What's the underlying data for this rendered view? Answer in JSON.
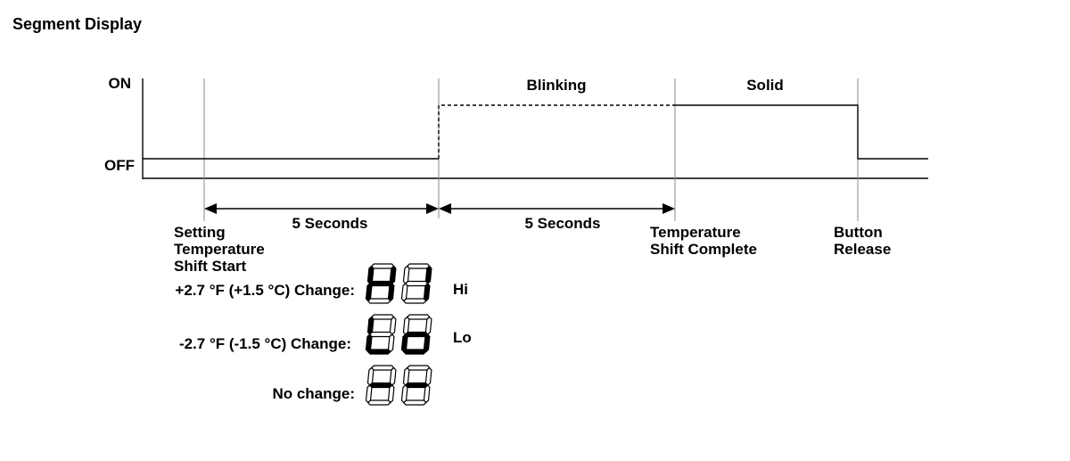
{
  "title": "Segment Display",
  "axis": {
    "on_label": "ON",
    "off_label": "OFF"
  },
  "phases": {
    "blinking": "Blinking",
    "solid": "Solid"
  },
  "intervals": [
    {
      "label": "5 Seconds"
    },
    {
      "label": "5 Seconds"
    }
  ],
  "events": [
    {
      "lines": [
        "Setting",
        "Temperature",
        "Shift Start"
      ]
    },
    {
      "lines": [
        "Temperature",
        "Shift Complete"
      ]
    },
    {
      "lines": [
        "Button",
        "Release"
      ]
    }
  ],
  "changes": [
    {
      "label": "+2.7 °F (+1.5 °C) Change:",
      "display": "Hi",
      "code": "hi"
    },
    {
      "label": "-2.7 °F (-1.5 °C) Change:",
      "display": "Lo",
      "code": "lo"
    },
    {
      "label": "No change:",
      "display": "",
      "code": "dash"
    }
  ]
}
